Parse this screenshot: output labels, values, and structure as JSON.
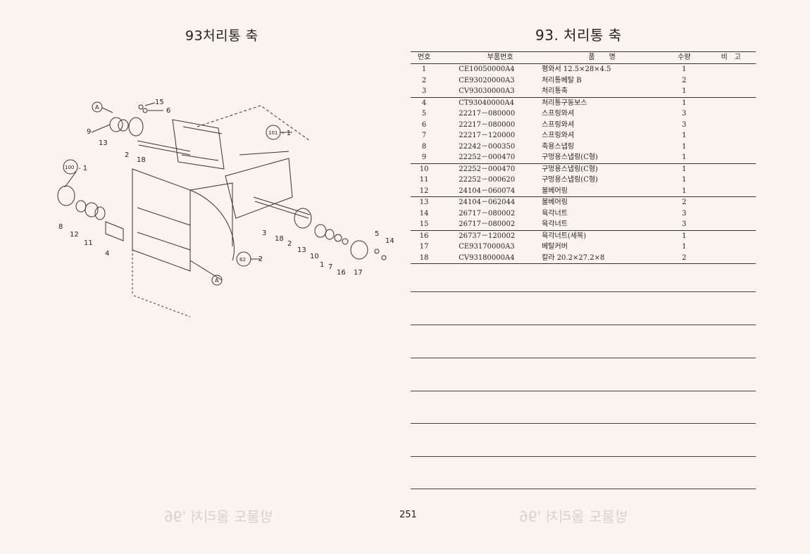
{
  "left_page": {
    "title": "93처리통 축"
  },
  "right_page": {
    "title": "93. 처리통 축"
  },
  "page_number": "251",
  "table": {
    "headers": {
      "no": "번호",
      "part_no": "부품번호",
      "name": "품　　명",
      "qty": "수량",
      "note": "비　고"
    },
    "rows": [
      {
        "no": "1",
        "part_no": "CE10050000A4",
        "name": "평와서 12.5×28×4.5",
        "qty": "1"
      },
      {
        "no": "2",
        "part_no": "CE93020000A3",
        "name": "처리통베탈 B",
        "qty": "2"
      },
      {
        "no": "3",
        "part_no": "CV93030000A3",
        "name": "처리통축",
        "qty": "1"
      },
      {
        "no": "4",
        "part_no": "CT93040000A4",
        "name": "처리통구동보스",
        "qty": "1"
      },
      {
        "no": "5",
        "part_no": "22217－080000",
        "name": "스프링와셔",
        "qty": "3"
      },
      {
        "no": "6",
        "part_no": "22217－080000",
        "name": "스프링와셔",
        "qty": "3"
      },
      {
        "no": "7",
        "part_no": "22217－120000",
        "name": "스프링와셔",
        "qty": "1"
      },
      {
        "no": "8",
        "part_no": "22242－000350",
        "name": "축용스냅링",
        "qty": "1"
      },
      {
        "no": "9",
        "part_no": "22252－000470",
        "name": "구멍용스냅링(C형)",
        "qty": "1"
      },
      {
        "no": "10",
        "part_no": "22252－000470",
        "name": "구멍용스냅링(C형)",
        "qty": "1"
      },
      {
        "no": "11",
        "part_no": "22252－000620",
        "name": "구멍용스냅링(C형)",
        "qty": "1"
      },
      {
        "no": "12",
        "part_no": "24104－060074",
        "name": "볼베어링",
        "qty": "1"
      },
      {
        "no": "13",
        "part_no": "24104－062044",
        "name": "볼베어링",
        "qty": "2"
      },
      {
        "no": "14",
        "part_no": "26717－080002",
        "name": "육각너트",
        "qty": "3"
      },
      {
        "no": "15",
        "part_no": "26717－080002",
        "name": "육각너트",
        "qty": "3"
      },
      {
        "no": "16",
        "part_no": "26737－120002",
        "name": "육각너트(세목)",
        "qty": "1"
      },
      {
        "no": "17",
        "part_no": "CE93170000A3",
        "name": "베탈커버",
        "qty": "1"
      },
      {
        "no": "18",
        "part_no": "CV93180000A4",
        "name": "칼라 20.2×27.2×8",
        "qty": "2"
      }
    ]
  },
  "diagram": {
    "callouts": [
      "15",
      "6",
      "A",
      "9",
      "13",
      "2",
      "18",
      "101-1",
      "100-1",
      "8",
      "12",
      "11",
      "4",
      "3",
      "18",
      "2",
      "13",
      "10",
      "1",
      "7",
      "16",
      "17",
      "5",
      "14",
      "62-2",
      "A"
    ]
  },
  "colors": {
    "paper": "#fbf4ee",
    "ink": "#222222",
    "ghost": "#d9d2cc"
  }
}
